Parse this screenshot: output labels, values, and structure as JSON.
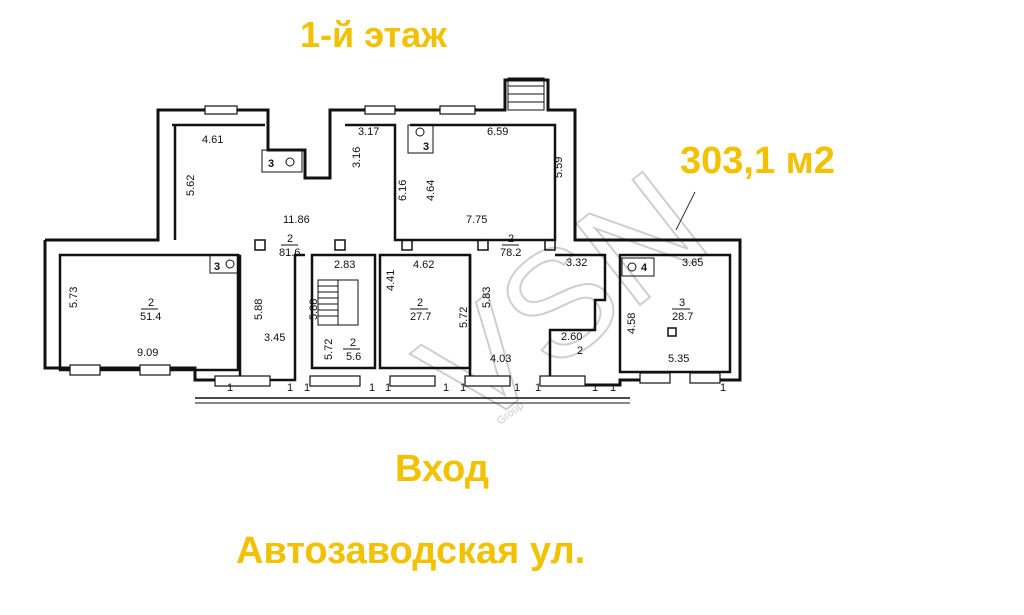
{
  "titles": {
    "floor": "1-й этаж",
    "area": "303,1 м2",
    "entrance": "Вход",
    "street": "Автозаводская ул."
  },
  "colors": {
    "title": "#f2c200",
    "walls": "#111111"
  },
  "watermark": {
    "text": "VSN",
    "sub": "Group"
  },
  "dimensions": [
    "4.61",
    "5.62",
    "11.86",
    "3.17",
    "3.16",
    "6.16",
    "6.59",
    "4.64",
    "5.59",
    "7.75",
    "5.73",
    "9.09",
    "5.88",
    "3.45",
    "5.88",
    "2.83",
    "4.41",
    "4.62",
    "5.72",
    "5.72",
    "5.83",
    "4.03",
    "3.32",
    "2.60",
    "3.65",
    "4.58",
    "5.35",
    "1",
    "1",
    "1",
    "1",
    "1",
    "1",
    "1",
    "1",
    "1",
    "1",
    "1",
    "1"
  ],
  "rooms": [
    {
      "num": "2",
      "area": "81.6"
    },
    {
      "num": "2",
      "area": "78.2"
    },
    {
      "num": "2",
      "area": "51.4"
    },
    {
      "num": "2",
      "area": "27.7"
    },
    {
      "num": "2",
      "area": "5.6"
    },
    {
      "num": "3",
      "area": "28.7"
    },
    {
      "num": "2",
      "area": ""
    }
  ],
  "wc_labels": [
    "3",
    "3",
    "3",
    "4"
  ]
}
